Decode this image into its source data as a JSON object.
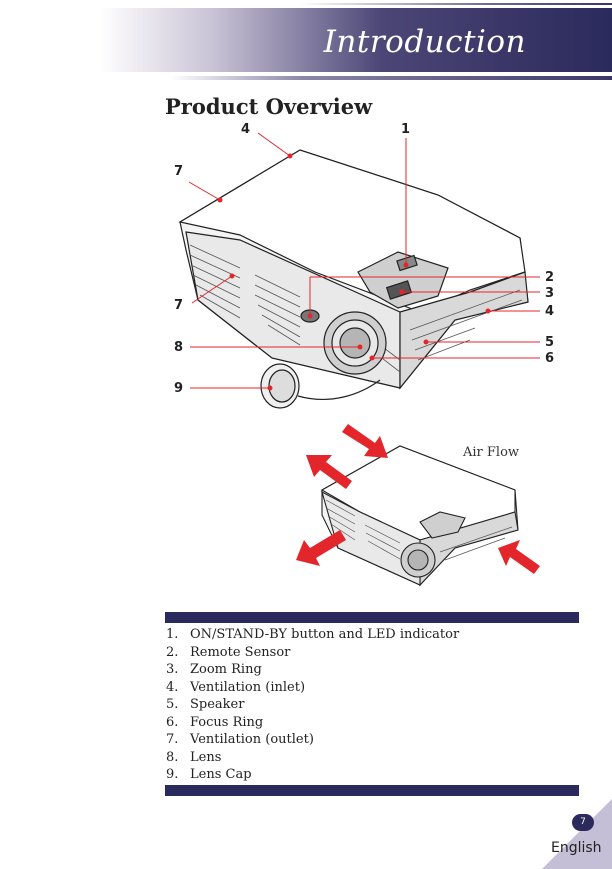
{
  "header": {
    "title": "Introduction"
  },
  "section": {
    "title": "Product Overview"
  },
  "callouts": [
    "4",
    "1",
    "7",
    "2",
    "3",
    "4",
    "7",
    "5",
    "6",
    "8",
    "9"
  ],
  "airflow_label": "Air Flow",
  "parts": [
    {
      "num": "1.",
      "label": "ON/STAND-BY button and LED indicator"
    },
    {
      "num": "2.",
      "label": "Remote Sensor"
    },
    {
      "num": "3.",
      "label": "Zoom Ring"
    },
    {
      "num": "4.",
      "label": "Ventilation (inlet)"
    },
    {
      "num": "5.",
      "label": "Speaker"
    },
    {
      "num": "6.",
      "label": "Focus Ring"
    },
    {
      "num": "7.",
      "label": "Ventilation (outlet)"
    },
    {
      "num": "8.",
      "label": "Lens"
    },
    {
      "num": "9.",
      "label": "Lens Cap"
    }
  ],
  "footer": {
    "page": "7",
    "language": "English"
  },
  "colors": {
    "accent": "#2b2a5c",
    "callout_line": "#e3262b",
    "arrow": "#e3262b"
  }
}
